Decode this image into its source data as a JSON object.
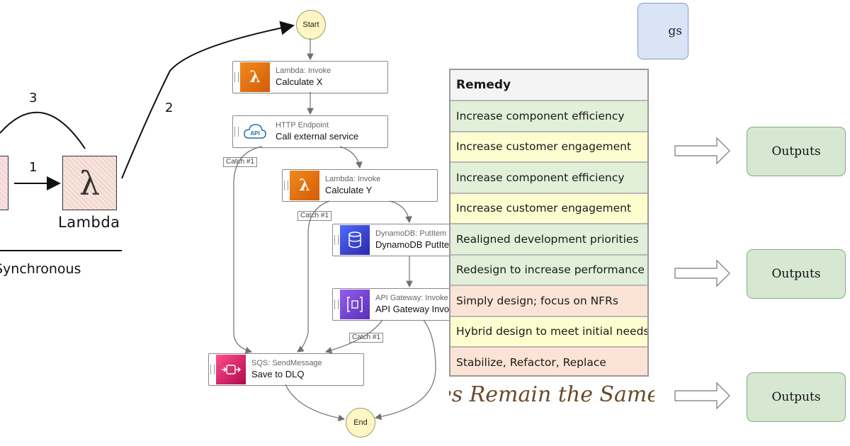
{
  "sketch": {
    "lambda_label": "Lambda",
    "sync_label": "Synchronous",
    "arrow_numbers": [
      "1",
      "2",
      "3"
    ]
  },
  "workflow": {
    "start": "Start",
    "end": "End",
    "catch_label": "Catch #1",
    "states": [
      {
        "type": "Lambda: Invoke",
        "name": "Calculate X",
        "icon": "lambda-icon"
      },
      {
        "type": "HTTP Endpoint",
        "name": "Call external service",
        "icon": "api-cloud-icon"
      },
      {
        "type": "Lambda: Invoke",
        "name": "Calculate Y",
        "icon": "lambda-icon"
      },
      {
        "type": "DynamoDB: PutItem",
        "name": "DynamoDB PutItem",
        "icon": "dynamodb-icon"
      },
      {
        "type": "API Gateway: Invoke",
        "name": "API Gateway Invoke",
        "icon": "api-gateway-icon"
      },
      {
        "type": "SQS: SendMessage",
        "name": "Save to DLQ",
        "icon": "sqs-icon"
      }
    ],
    "api_icon_text": "API"
  },
  "remedy_table": {
    "header": "Remedy",
    "rows": [
      {
        "text": "Increase component efficiency",
        "color": "#e2efd9"
      },
      {
        "text": "Increase customer engagement",
        "color": "#fefdd0"
      },
      {
        "text": "Increase component efficiency",
        "color": "#e2efd9"
      },
      {
        "text": "Increase customer engagement",
        "color": "#fefdd0"
      },
      {
        "text": "Realigned development priorities",
        "color": "#e2efd9"
      },
      {
        "text": "Redesign to increase performance",
        "color": "#e2efd9"
      },
      {
        "text": "Simply design; focus on NFRs",
        "color": "#fbe4d5"
      },
      {
        "text": "Hybrid design to meet initial needs",
        "color": "#fefdd0"
      },
      {
        "text": "Stabilize, Refactor, Replace",
        "color": "#fbe4d5"
      }
    ],
    "caption": "es Remain the Same"
  },
  "outputs": {
    "labels": [
      "Outputs",
      "Outputs",
      "Outputs"
    ],
    "top_box_fragment": "gs"
  }
}
